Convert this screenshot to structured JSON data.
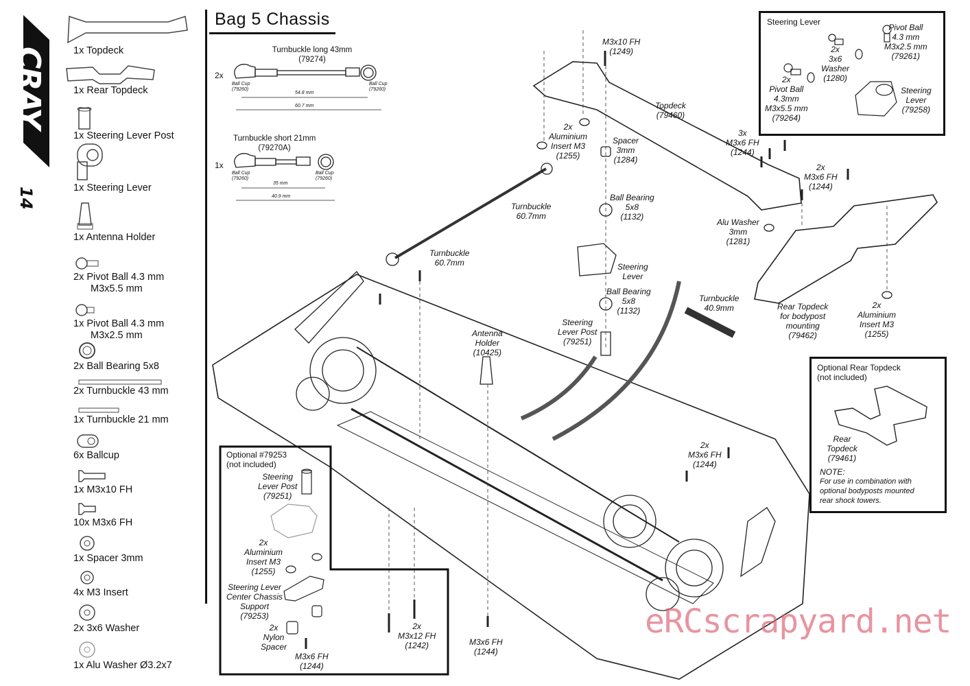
{
  "brand": "CRAY",
  "page_number": "14",
  "title": "Bag 5  Chassis",
  "parts_list": [
    {
      "label": "1x  Topdeck"
    },
    {
      "label": "1x  Rear Topdeck"
    },
    {
      "label": "1x  Steering Lever Post"
    },
    {
      "label": "1x  Steering Lever"
    },
    {
      "label": "1x  Antenna Holder"
    },
    {
      "label": "2x  Pivot Ball 4.3 mm",
      "label2": "M3x5.5 mm"
    },
    {
      "label": "1x  Pivot Ball 4.3 mm",
      "label2": "M3x2.5 mm"
    },
    {
      "label": "2x  Ball Bearing 5x8"
    },
    {
      "label": "2x  Turnbuckle 43 mm"
    },
    {
      "label": "1x  Turnbuckle 21 mm"
    },
    {
      "label": "6x  Ballcup"
    },
    {
      "label": "1x  M3x10 FH"
    },
    {
      "label": "10x  M3x6 FH"
    },
    {
      "label": "1x Spacer 3mm"
    },
    {
      "label": "4x M3 Insert"
    },
    {
      "label": "2x  3x6 Washer"
    },
    {
      "label": "1x  Alu Washer Ø3.2x7"
    }
  ],
  "turnbuckle_long": {
    "qty": "2x",
    "title": "Turnbuckle long 43mm",
    "code": "(79274)",
    "ballcup_left": "Ball Cup",
    "ballcup_left_code": "(79260)",
    "ballcup_right": "Ball Cup",
    "ballcup_right_code": "(79260)",
    "dim1": "54.8  mm",
    "dim2": "60.7  mm"
  },
  "turnbuckle_short": {
    "qty": "1x",
    "title": "Turnbuckle short 21mm",
    "code": "(79270A)",
    "ballcup_left": "Ball Cup",
    "ballcup_left_code": "(79260)",
    "ballcup_right": "Ball Cup",
    "ballcup_right_code": "(79260)",
    "dim1": "35  mm",
    "dim2": "40.9  mm"
  },
  "callouts": {
    "m3x10": "M3x10 FH\n(1249)",
    "topdeck": "Topdeck\n(79460)",
    "alu_insert_top": "2x\nAluminium\nInsert M3\n(1255)",
    "spacer": "Spacer\n3mm\n(1284)",
    "m3x6_3x": "3x\nM3x6 FH\n(1244)",
    "m3x6_2x_right": "2x\nM3x6 FH\n(1244)",
    "ball_bearing_1": "Ball Bearing\n5x8\n(1132)",
    "turnbuckle_a": "Turnbuckle\n60.7mm",
    "turnbuckle_b": "Turnbuckle\n60.7mm",
    "alu_washer": "Alu Washer\n3mm\n(1281)",
    "steering_lever": "Steering\nLever",
    "ball_bearing_2": "Ball Bearing\n5x8\n(1132)",
    "turnbuckle_c": "Turnbuckle\n40.9mm",
    "rear_topdeck": "Rear Topdeck\nfor bodypost\nmounting\n(79462)",
    "alu_insert_right": "2x\nAluminium\nInsert M3\n(1255)",
    "steering_lever_post": "Steering\nLever Post\n(79251)",
    "antenna_holder": "Antenna\nHolder\n(10425)",
    "m3x6_2x_mid": "2x\nM3x6 FH\n(1244)",
    "m3x12": "2x\nM3x12 FH\n(1242)",
    "m3x6_bottom": "M3x6 FH\n(1244)"
  },
  "steering_box": {
    "title": "Steering Lever",
    "pivot_ball_top": "Pivot Ball\n4.3 mm\nM3x2.5 mm\n(79261)",
    "washer": "2x\n3x6\nWasher\n(1280)",
    "pivot_ball_side": "2x\nPivot Ball\n4.3mm\nM3x5.5 mm\n(79264)",
    "lever": "Steering\nLever\n(79258)"
  },
  "optional_rear_box": {
    "title": "Optional Rear Topdeck\n(not included)",
    "part": "Rear\nTopdeck\n(79461)",
    "note_title": "NOTE:",
    "note": "For use in combination with\noptional bodyposts mounted\nrear shock towers."
  },
  "optional_79253_box": {
    "title": "Optional #79253\n(not included)",
    "post": "Steering\nLever Post\n(79251)",
    "insert": "2x\nAluminium\nInsert M3\n(1255)",
    "support": "Steering Lever\nCenter Chassis\nSupport\n(79253)",
    "spacer": "2x\nNylon\nSpacer",
    "screw": "M3x6 FH\n(1244)"
  },
  "watermark": "eRCscrapyard.net"
}
